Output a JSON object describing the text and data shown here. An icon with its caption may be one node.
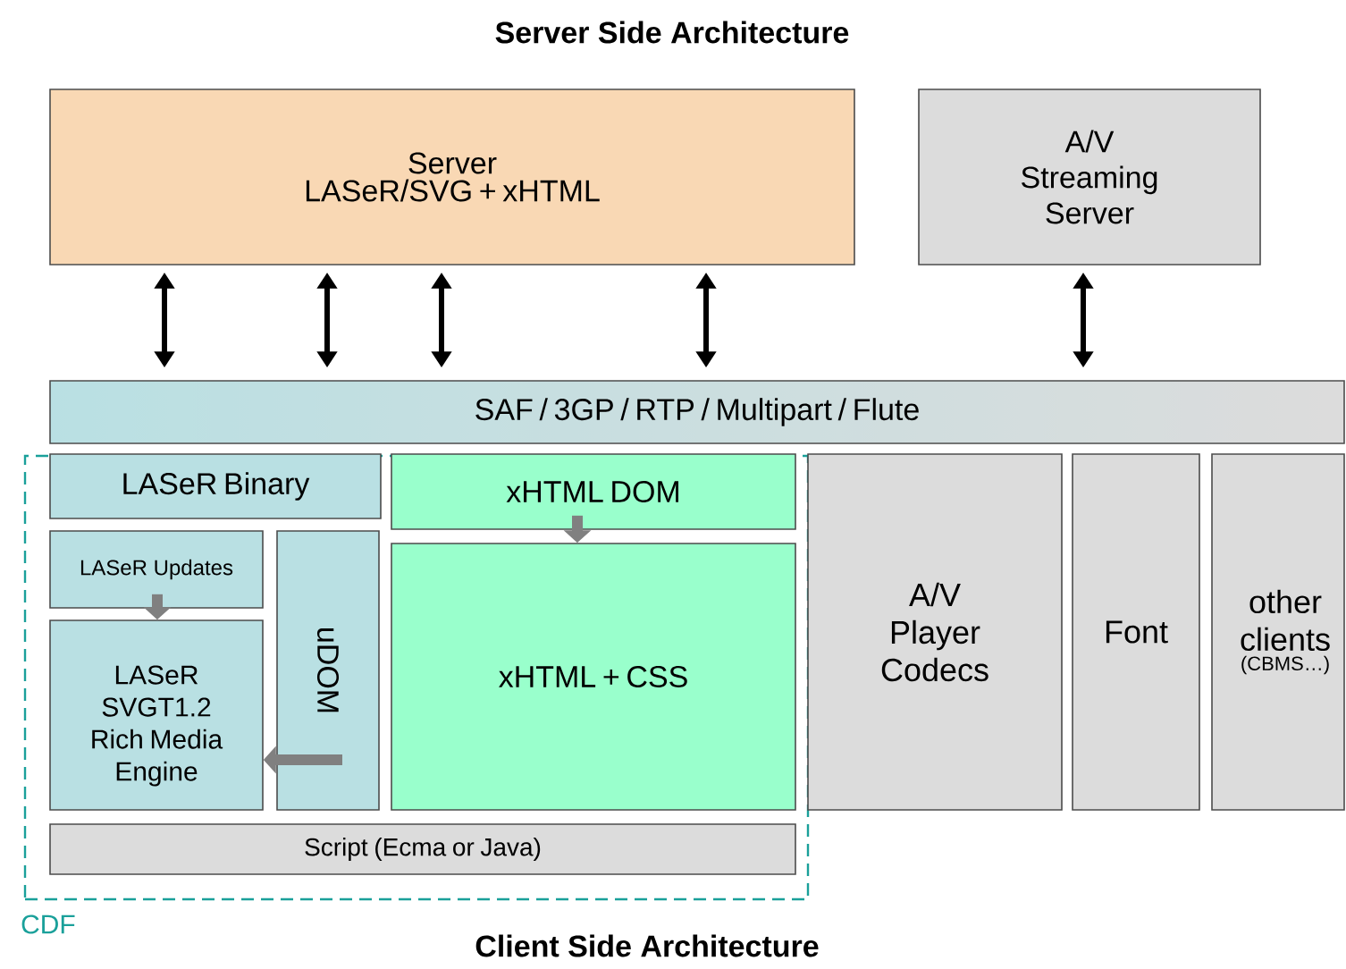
{
  "diagram": {
    "title": "Server Side Architecture",
    "caption": "Client Side Architecture",
    "nodes": [
      {
        "text": [
          "Server",
          "LASeR/SVG + xHTML"
        ]
      },
      {
        "text": [
          "A/V Streaming Server"
        ]
      },
      {
        "text": [
          "SAF / 3GP / RTP / Multipart / Flute"
        ]
      },
      {
        "text": [
          "CDF"
        ]
      },
      {
        "text": [
          "LASeR Binary"
        ],
        "in": 3
      },
      {
        "text": [
          "LASeR Updates"
        ],
        "in": 3
      },
      {
        "text": [
          "LASeR SVGT1.2 Rich Media Engine"
        ],
        "in": 3
      },
      {
        "text": [
          "uDOM"
        ],
        "in": 3
      },
      {
        "text": [
          "xHTML DOM"
        ],
        "in": 3
      },
      {
        "text": [
          "xHTML + CSS"
        ],
        "in": 3
      },
      {
        "text": [
          "Script (Ecma or Java)"
        ],
        "in": 3
      },
      {
        "text": [
          "A/V Player Codecs"
        ]
      },
      {
        "text": [
          "Font"
        ]
      },
      {
        "text": [
          "other clients",
          "(CBMS…)"
        ]
      }
    ],
    "edges": [
      {
        "from": 0,
        "to": 2,
        "arrow": "both"
      },
      {
        "from": 0,
        "to": 2,
        "arrow": "both"
      },
      {
        "from": 0,
        "to": 2,
        "arrow": "both"
      },
      {
        "from": 0,
        "to": 2,
        "arrow": "both"
      },
      {
        "from": 1,
        "to": 2,
        "arrow": "both"
      },
      {
        "from": 5,
        "to": 6,
        "arrow": "to",
        "color": "#808080",
        "style": "thick"
      },
      {
        "from": 8,
        "to": 9,
        "arrow": "to",
        "color": "#808080",
        "style": "thick"
      },
      {
        "from": 7,
        "to": 6,
        "arrow": "to",
        "color": "#808080",
        "style": "thick"
      }
    ]
  }
}
